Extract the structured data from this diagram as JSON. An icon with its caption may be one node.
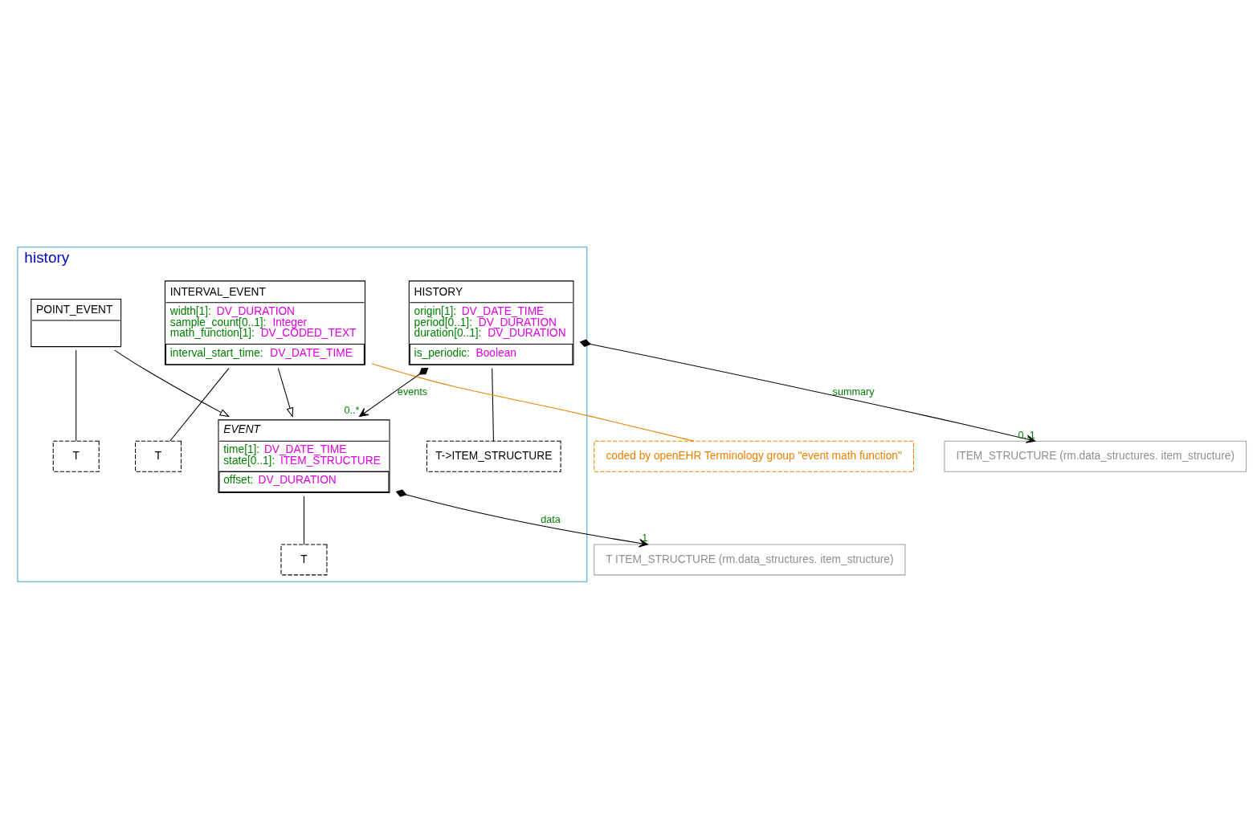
{
  "diagram": {
    "nodes": [
      {
        "text": [
          "history"
        ]
      },
      {
        "text": [
          "HISTORY",
          "origin[1]: DV_DATE_TIME",
          "period[0..1]: DV_DURATION",
          "duration[0..1]: DV_DURATION",
          "is_periodic: Boolean"
        ],
        "in": 0
      },
      {
        "text": [
          "T->ITEM_STRUCTURE"
        ],
        "in": 0
      },
      {
        "text": [
          "ITEM_STRUCTURE (rm.data_structures. item_structure)"
        ]
      },
      {
        "text": [
          "EVENT",
          "time[1]: DV_DATE_TIME",
          "state[0..1]: ITEM_STRUCTURE",
          "offset: DV_DURATION"
        ],
        "in": 0
      },
      {
        "text": [
          "T"
        ],
        "in": 0
      },
      {
        "text": [
          "T ITEM_STRUCTURE (rm.data_structures. item_structure)"
        ]
      },
      {
        "text": [
          "POINT_EVENT"
        ],
        "in": 0
      },
      {
        "text": [
          "T"
        ],
        "in": 0
      },
      {
        "text": [
          "INTERVAL_EVENT",
          "width[1]: DV_DURATION",
          "sample_count[0..1]: Integer",
          "math_function[1]: DV_CODED_TEXT",
          "interval_start_time: DV_DATE_TIME"
        ],
        "in": 0
      },
      {
        "text": [
          "T"
        ],
        "in": 0
      },
      {
        "text": [
          "coded by openEHR Terminology group \"event math function\""
        ]
      }
    ],
    "edges": [
      {
        "from": 1,
        "to": 2,
        "arrow": "none"
      },
      {
        "from": 1,
        "to": 3,
        "arrow": "to",
        "label": "summary"
      },
      {
        "from": 1,
        "to": 4,
        "arrow": "to",
        "label": "events"
      },
      {
        "from": 4,
        "to": 5,
        "arrow": "none"
      },
      {
        "from": 4,
        "to": 6,
        "arrow": "to",
        "label": "data"
      },
      {
        "from": 7,
        "to": 4,
        "arrow": "to"
      },
      {
        "from": 9,
        "to": 4,
        "arrow": "to"
      },
      {
        "from": 7,
        "to": 8,
        "arrow": "none"
      },
      {
        "from": 9,
        "to": 10,
        "arrow": "none"
      },
      {
        "from": 9,
        "to": 11,
        "arrow": "none",
        "color": "#f08000"
      }
    ],
    "labels": [
      "0..1",
      "0..*",
      "1"
    ]
  }
}
